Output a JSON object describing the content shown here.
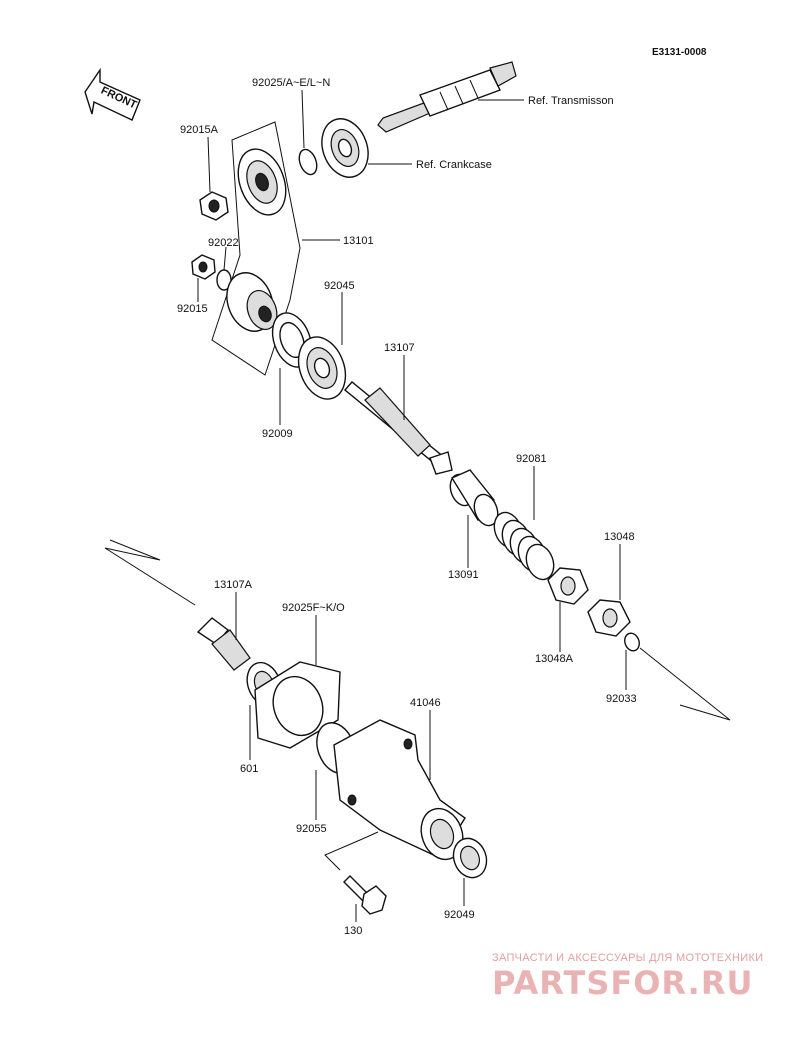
{
  "diagram_code": "E3131-0008",
  "front_label": "FRONT",
  "refs": {
    "transmission": "Ref. Transmisson",
    "crankcase": "Ref. Crankcase"
  },
  "parts": {
    "p92025_a": "92025/A~E/L~N",
    "p92015a": "92015A",
    "p92022": "92022",
    "p92015": "92015",
    "p13101": "13101",
    "p92045": "92045",
    "p13107": "13107",
    "p92009": "92009",
    "p92081": "92081",
    "p13091": "13091",
    "p13048": "13048",
    "p13048a": "13048A",
    "p92033": "92033",
    "p13107a": "13107A",
    "p92025_f": "92025F~K/O",
    "p41046": "41046",
    "p601": "601",
    "p92055": "92055",
    "p92049": "92049",
    "p130": "130"
  },
  "watermark": {
    "tagline": "ЗАПЧАСТИ И АКСЕССУАРЫ ДЛЯ МОТОТЕХНИКИ",
    "brand": "PARTSFOR.RU"
  }
}
